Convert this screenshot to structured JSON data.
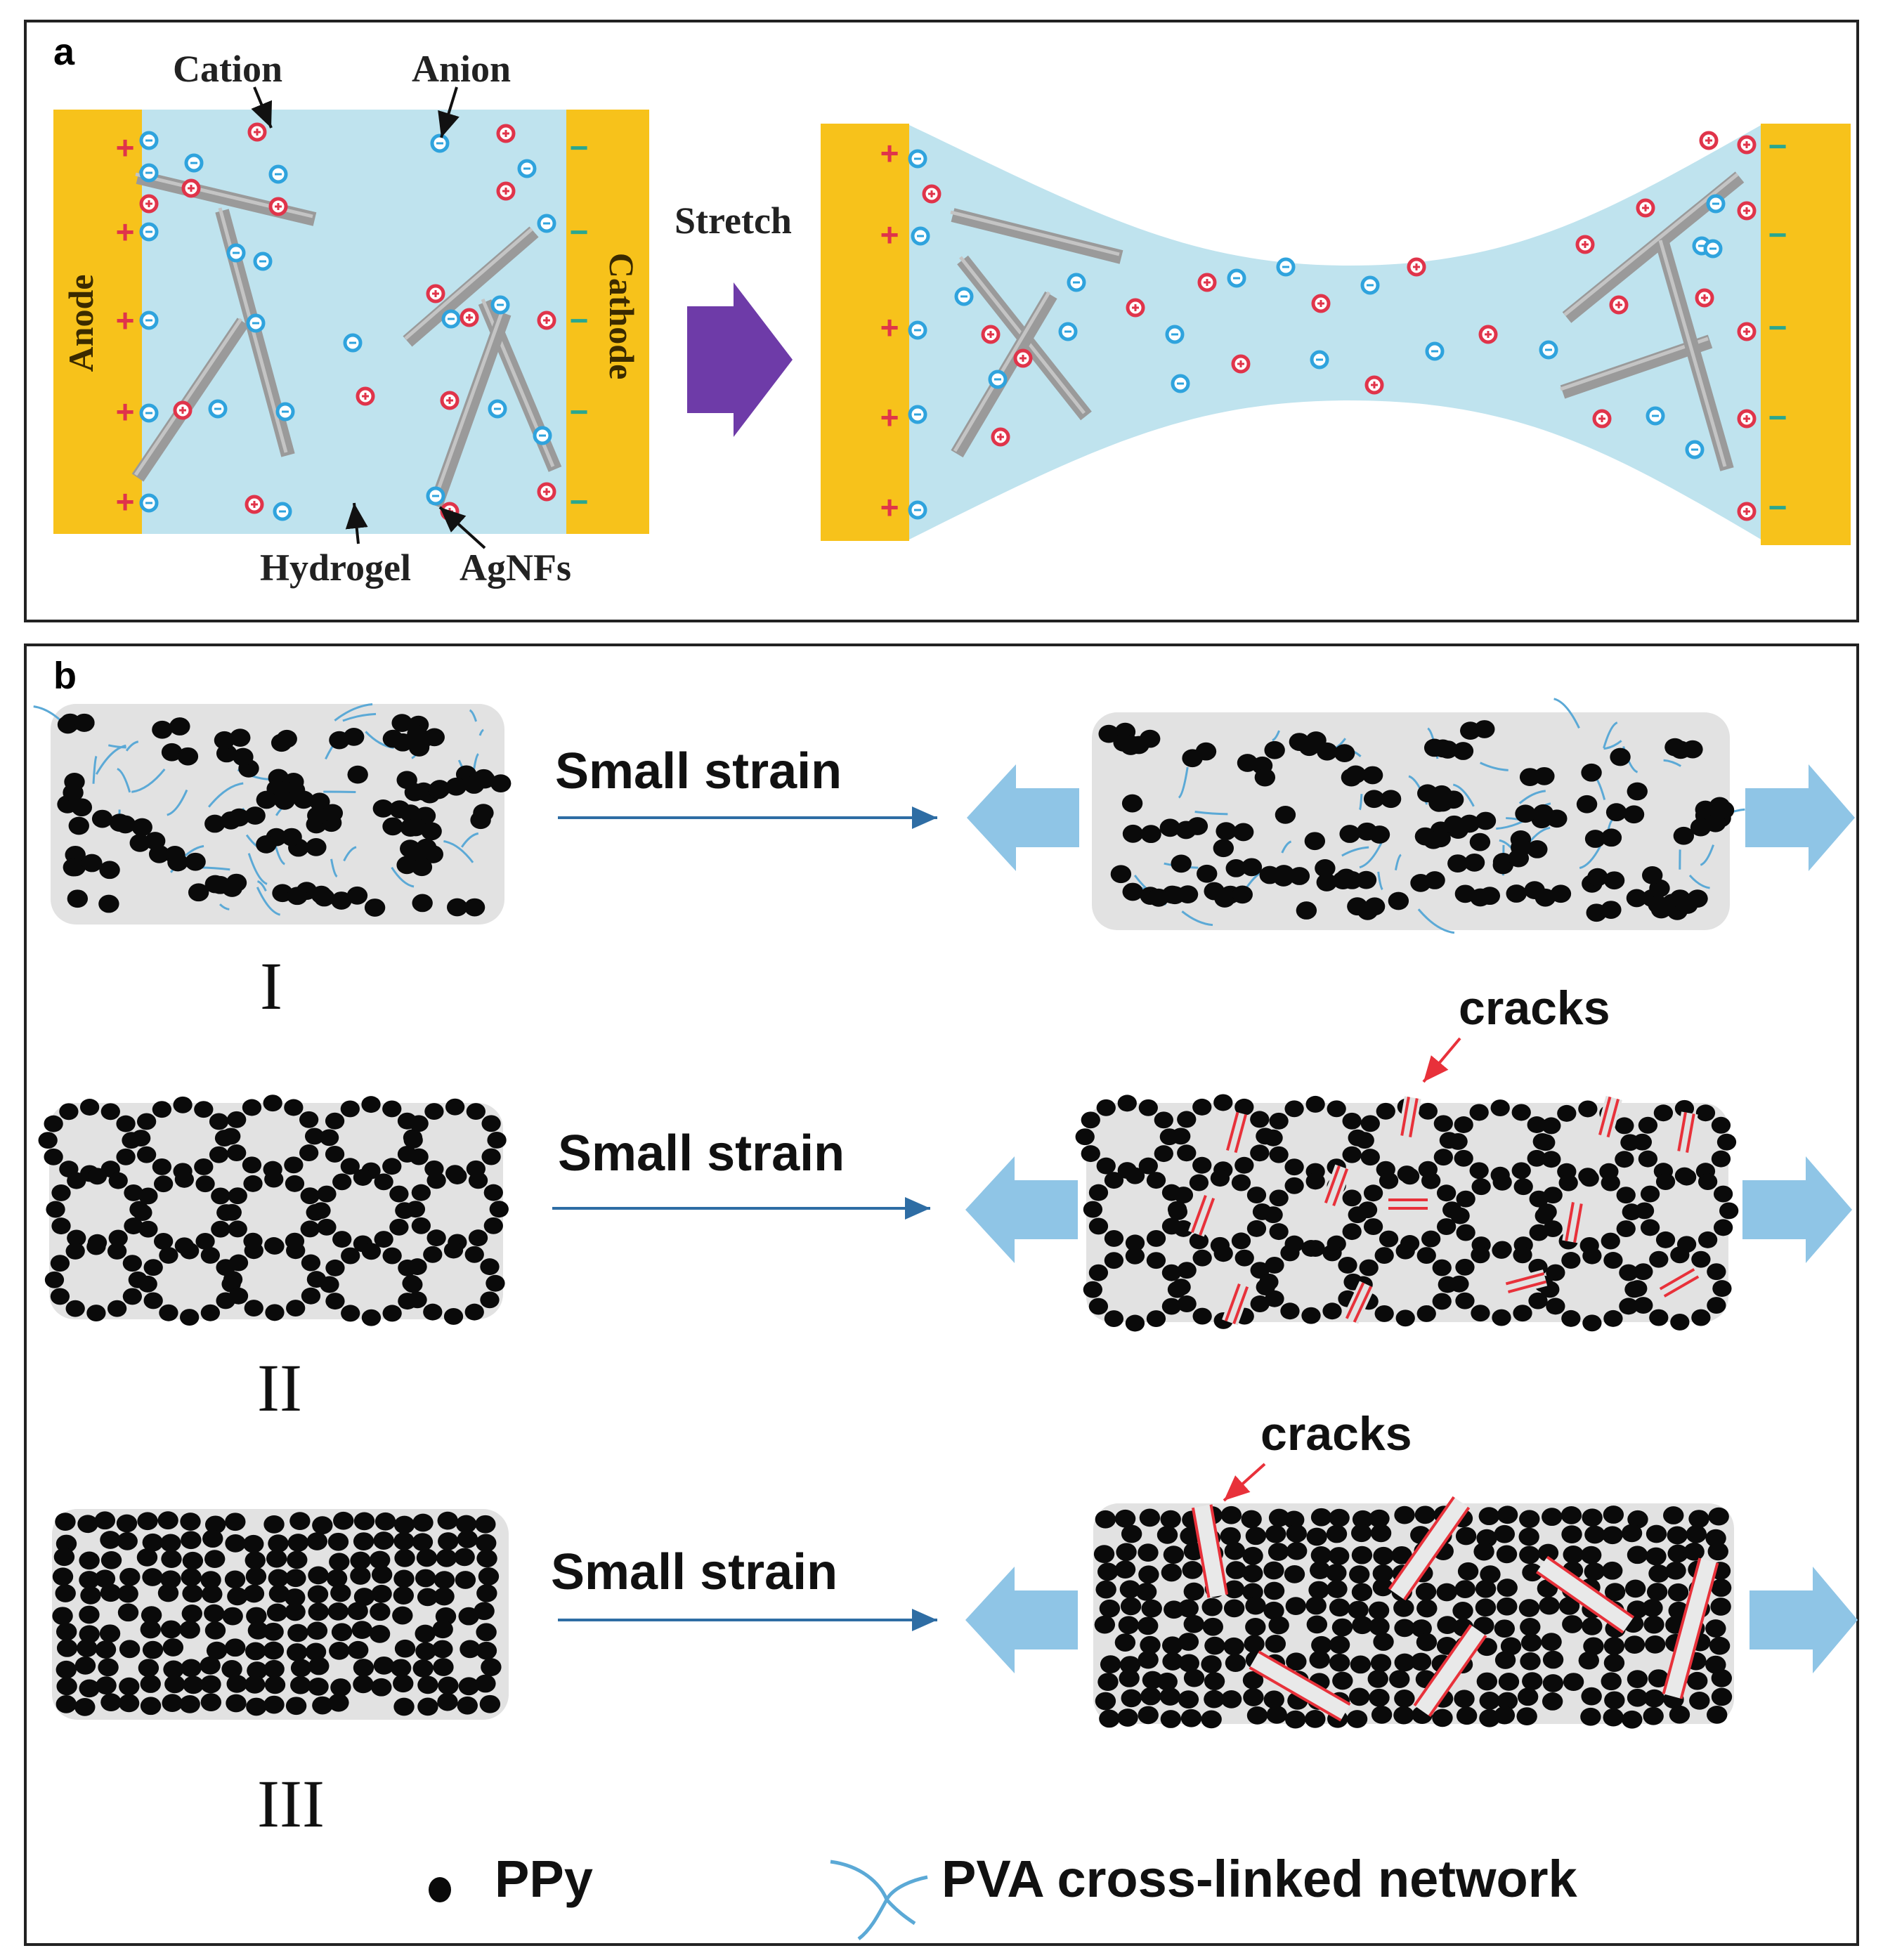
{
  "panel_a": {
    "letter": "a",
    "labels": {
      "cation": "Cation",
      "anion": "Anion",
      "anode": "Anode",
      "cathode": "Cathode",
      "hydrogel": "Hydrogel",
      "agnfs": "AgNFs",
      "stretch": "Stretch"
    },
    "colors": {
      "electrode": "#F7C21B",
      "hydrogel": "#BFE3EE",
      "cation": "#E0344A",
      "anion": "#2FA3DD",
      "fiber": "#9A9A9A",
      "arrow": "#6E3BA8",
      "cathode_sign": "#2AA78F"
    },
    "anode_sign": "+",
    "cathode_sign": "−"
  },
  "panel_b": {
    "letter": "b",
    "rows": [
      {
        "numeral": "I",
        "strain_label": "Small strain"
      },
      {
        "numeral": "II",
        "strain_label": "Small strain"
      },
      {
        "numeral": "III",
        "strain_label": "Small strain"
      }
    ],
    "cracks_label": "cracks",
    "legend": {
      "ppy": "PPy",
      "pva": "PVA cross-linked network"
    },
    "colors": {
      "matrix": "#E2E2E2",
      "particle": "#0A0A0A",
      "network": "#5BA9D6",
      "crack": "#E8313A",
      "pull_arrow": "#8FC5E6",
      "strain_arrow": "#2E6DA4"
    }
  }
}
